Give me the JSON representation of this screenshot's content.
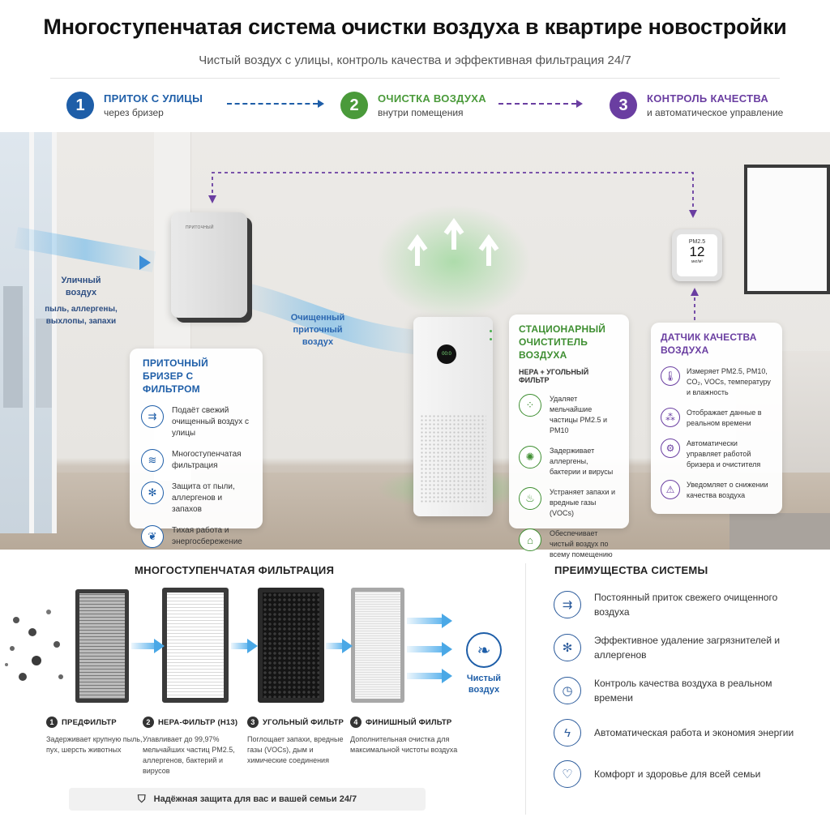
{
  "header": {
    "title": "Многоступенчатая система очистки воздуха в квартире новостройки",
    "subtitle": "Чистый воздух с улицы, контроль качества и эффективная фильтрация 24/7"
  },
  "steps": [
    {
      "number": "1",
      "title": "ПРИТОК С УЛИЦЫ",
      "subtitle": "через бризер",
      "color": "#1e5ea8"
    },
    {
      "number": "2",
      "title": "ОЧИСТКА ВОЗДУХА",
      "subtitle": "внутри помещения",
      "color": "#4a9a3a"
    },
    {
      "number": "3",
      "title": "КОНТРОЛЬ КАЧЕСТВА",
      "subtitle": "и автоматическое управление",
      "color": "#6a3ea1"
    }
  ],
  "scene": {
    "street_air": {
      "title": "Уличный воздух",
      "detail": "пыль, аллергены, выхлопы, запахи"
    },
    "clean_air_label": "Очищенный приточный воздух",
    "breezer_brand": "ПРИТОЧНЫЙ",
    "purifier_display": "00:0",
    "sensor": {
      "label": "PM2.5",
      "value": "12",
      "unit": "мкг/м³"
    }
  },
  "breezer_panel": {
    "title": "ПРИТОЧНЫЙ БРИЗЕР С ФИЛЬТРОМ",
    "color": "#1e5ea8",
    "items": [
      {
        "icon": "airflow-icon",
        "text": "Подаёт свежий очищенный воздух с улицы"
      },
      {
        "icon": "filter-layers-icon",
        "text": "Многоступенчатая фильтрация"
      },
      {
        "icon": "no-allergen-icon",
        "text": "Защита от пыли, аллергенов и запахов"
      },
      {
        "icon": "quiet-leaf-icon",
        "text": "Тихая работа и энергосбережение"
      }
    ]
  },
  "purifier_panel": {
    "title": "СТАЦИОНАРНЫЙ ОЧИСТИТЕЛЬ ВОЗДУХА",
    "subtitle": "HEPA + УГОЛЬНЫЙ ФИЛЬТР",
    "color": "#3f8f32",
    "items": [
      {
        "icon": "particles-icon",
        "text": "Удаляет мельчайшие частицы PM2.5 и PM10"
      },
      {
        "icon": "virus-icon",
        "text": "Задерживает аллергены, бактерии и вирусы"
      },
      {
        "icon": "odor-icon",
        "text": "Устраняет запахи и вредные газы (VOCs)"
      },
      {
        "icon": "room-icon",
        "text": "Обеспечивает чистый воздух по всему помещению"
      }
    ]
  },
  "sensor_panel": {
    "title": "ДАТЧИК КАЧЕСТВА ВОЗДУХА",
    "color": "#6a3ea1",
    "items": [
      {
        "icon": "thermometer-icon",
        "text": "Измеряет PM2.5, PM10, CO₂, VOCs, температуру и влажность"
      },
      {
        "icon": "realtime-icon",
        "text": "Отображает данные в реальном времени"
      },
      {
        "icon": "gear-icon",
        "text": "Автоматически управляет работой бризера и очистителя"
      },
      {
        "icon": "alert-icon",
        "text": "Уведомляет о снижении качества воздуха"
      }
    ]
  },
  "filtration": {
    "title": "МНОГОСТУПЕНЧАТАЯ ФИЛЬТРАЦИЯ",
    "clean_air": "Чистый воздух",
    "stages": [
      {
        "number": "1",
        "title": "ПРЕДФИЛЬТР",
        "text": "Задерживает крупную пыль, пух, шерсть животных"
      },
      {
        "number": "2",
        "title": "HEPA-ФИЛЬТР (H13)",
        "text": "Улавливает до 99,97% мельчайших частиц PM2.5, аллергенов, бактерий и вирусов"
      },
      {
        "number": "3",
        "title": "УГОЛЬНЫЙ ФИЛЬТР",
        "text": "Поглощает запахи, вредные газы (VOCs), дым и химические соединения"
      },
      {
        "number": "4",
        "title": "ФИНИШНЫЙ ФИЛЬТР",
        "text": "Дополнительная очистка для максимальной чистоты воздуха"
      }
    ],
    "footer": "Надёжная защита для вас и вашей семьи 24/7"
  },
  "advantages": {
    "title": "ПРЕИМУЩЕСТВА СИСТЕМЫ",
    "items": [
      {
        "icon": "airflow-icon",
        "text": "Постоянный приток свежего очищенного воздуха"
      },
      {
        "icon": "no-allergen-icon",
        "text": "Эффективное удаление загрязнителей и аллергенов"
      },
      {
        "icon": "clock-icon",
        "text": "Контроль качества воздуха в реальном времени"
      },
      {
        "icon": "energy-icon",
        "text": "Автоматическая работа и экономия энергии"
      },
      {
        "icon": "heart-icon",
        "text": "Комфорт и здоровье для всей семьи"
      }
    ]
  }
}
